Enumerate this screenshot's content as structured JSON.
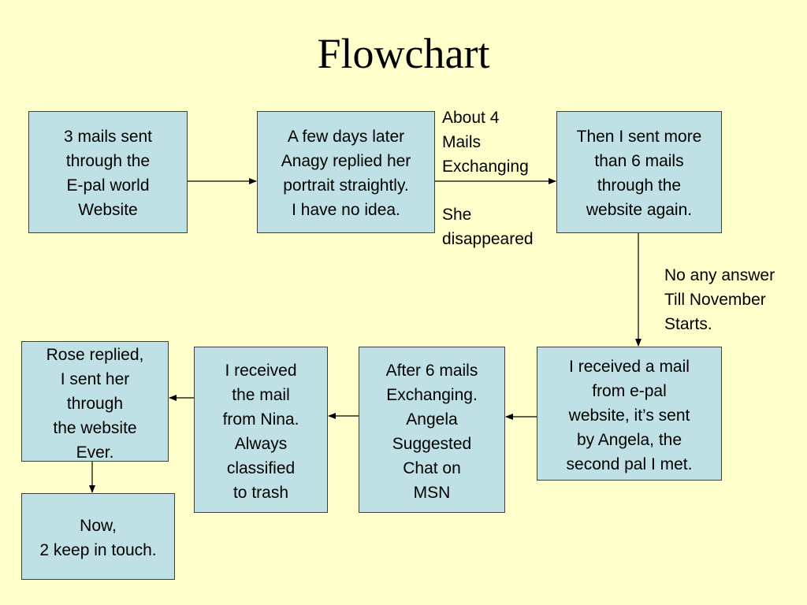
{
  "title": "Flowchart",
  "nodes": [
    {
      "id": "n1",
      "lines": [
        "3 mails sent",
        "through the",
        "E-pal world",
        "Website"
      ]
    },
    {
      "id": "n2",
      "lines": [
        "A few days later",
        "Anagy replied her",
        "portrait straightly.",
        "I have no idea."
      ]
    },
    {
      "id": "n3",
      "lines": [
        "Then I sent more",
        "than 6 mails",
        "through the",
        "website again."
      ]
    },
    {
      "id": "n4",
      "lines": [
        "I received a mail",
        "from e-pal",
        "website, it’s sent",
        "by Angela, the",
        "second pal I met."
      ]
    },
    {
      "id": "n5",
      "lines": [
        "After 6 mails",
        "Exchanging.",
        "Angela",
        "Suggested",
        "Chat on",
        "MSN"
      ]
    },
    {
      "id": "n6",
      "lines": [
        "I received",
        "the mail",
        "from Nina.",
        "Always",
        "classified",
        "to trash"
      ]
    },
    {
      "id": "n7",
      "lines": [
        "Rose replied,",
        "I sent her",
        "through",
        "the website",
        "Ever."
      ]
    },
    {
      "id": "n8",
      "lines": [
        "Now,",
        "2 keep in touch."
      ]
    }
  ],
  "notes": [
    {
      "id": "about",
      "lines": [
        "About 4",
        "Mails",
        "Exchanging"
      ]
    },
    {
      "id": "she",
      "lines": [
        "She",
        "disappeared"
      ]
    },
    {
      "id": "noanswer",
      "lines": [
        "No any answer",
        "Till November",
        "Starts."
      ]
    }
  ],
  "edges": [
    {
      "from": "n1",
      "to": "n2"
    },
    {
      "from": "n2",
      "to": "n3"
    },
    {
      "from": "n3",
      "to": "n4"
    },
    {
      "from": "n4",
      "to": "n5"
    },
    {
      "from": "n5",
      "to": "n6"
    },
    {
      "from": "n6",
      "to": "n7"
    },
    {
      "from": "n7",
      "to": "n8"
    }
  ],
  "colors": {
    "background": "#ffffcc",
    "box_fill": "#bfe0e4",
    "box_border": "#3f3f3f",
    "arrow": "#000000"
  }
}
